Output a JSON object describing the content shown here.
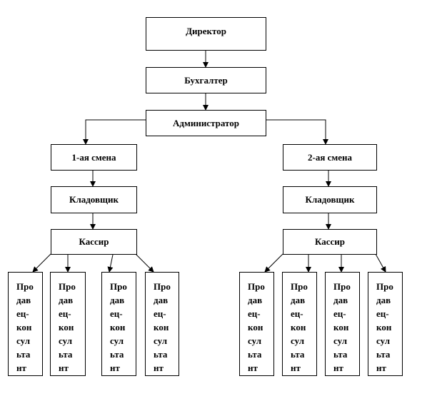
{
  "org_chart": {
    "director": "Директор",
    "accountant": "Бухгалтер",
    "administrator": "Администратор",
    "shift_1": {
      "name": "1-ая смена",
      "storekeeper": "Кладовщик",
      "cashier": "Кассир",
      "consultants": [
        [
          "Про",
          "дав",
          "ец-",
          "кон",
          "сул",
          "ьта",
          "нт"
        ],
        [
          "Про",
          "дав",
          "ец-",
          "кон",
          "сул",
          "ьта",
          "нт"
        ],
        [
          "Про",
          "дав",
          "ец-",
          "кон",
          "сул",
          "ьта",
          "нт"
        ],
        [
          "Про",
          "дав",
          "ец-",
          "кон",
          "сул",
          "ьта",
          "нт"
        ]
      ]
    },
    "shift_2": {
      "name": "2-ая смена",
      "storekeeper": "Кладовщик",
      "cashier": "Кассир",
      "consultants": [
        [
          "Про",
          "дав",
          "ец-",
          "кон",
          "сул",
          "ьта",
          "нт"
        ],
        [
          "Про",
          "дав",
          "ец-",
          "кон",
          "сул",
          "ьта",
          "нт"
        ],
        [
          "Про",
          "дав",
          "ец-",
          "кон",
          "сул",
          "ьта",
          "нт"
        ],
        [
          "Про",
          "дав",
          "ец-",
          "кон",
          "сул",
          "ьта",
          "нт"
        ]
      ]
    },
    "colors": {
      "stroke": "#000000",
      "fill": "#ffffff"
    }
  }
}
